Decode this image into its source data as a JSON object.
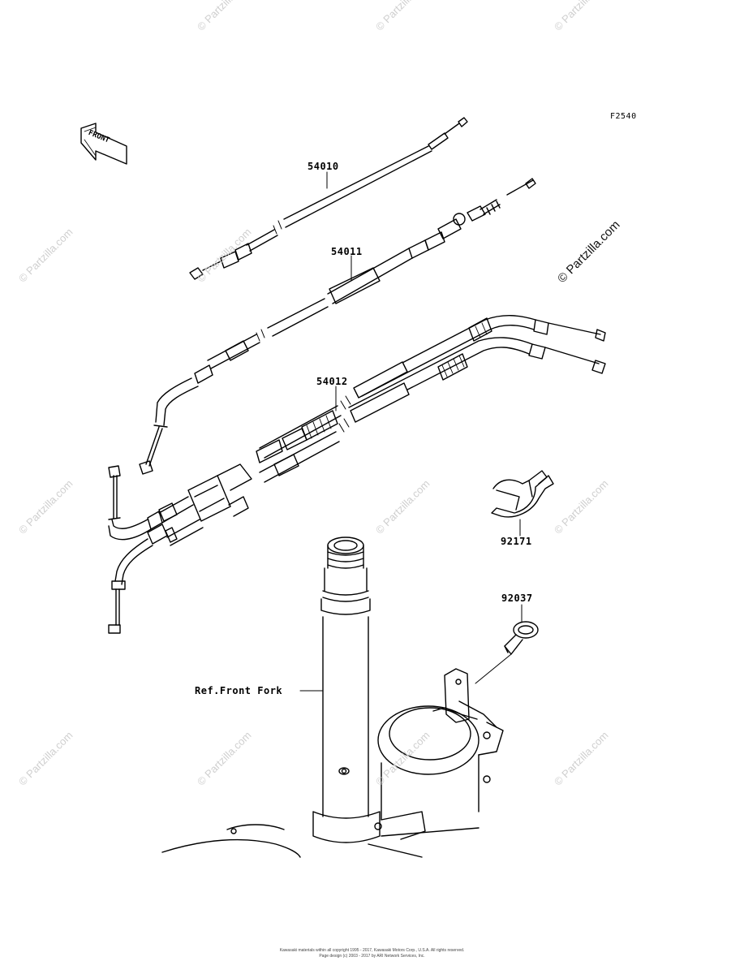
{
  "figure_code": "F2540",
  "front_arrow_text": "FRONT",
  "watermark": "© Partzilla.com",
  "parts": [
    {
      "number": "54010"
    },
    {
      "number": "54011"
    },
    {
      "number": "54012"
    },
    {
      "number": "92171"
    },
    {
      "number": "92037"
    }
  ],
  "reference_label": "Ref.Front Fork",
  "footer": {
    "line1": "Kawasaki materials within all copyright 1995 - 2017, Kawasaki Motors Corp., U.S.A. All rights reserved.",
    "line2": "Page design (c) 2003 - 2017 by ARI Network Services, Inc."
  }
}
